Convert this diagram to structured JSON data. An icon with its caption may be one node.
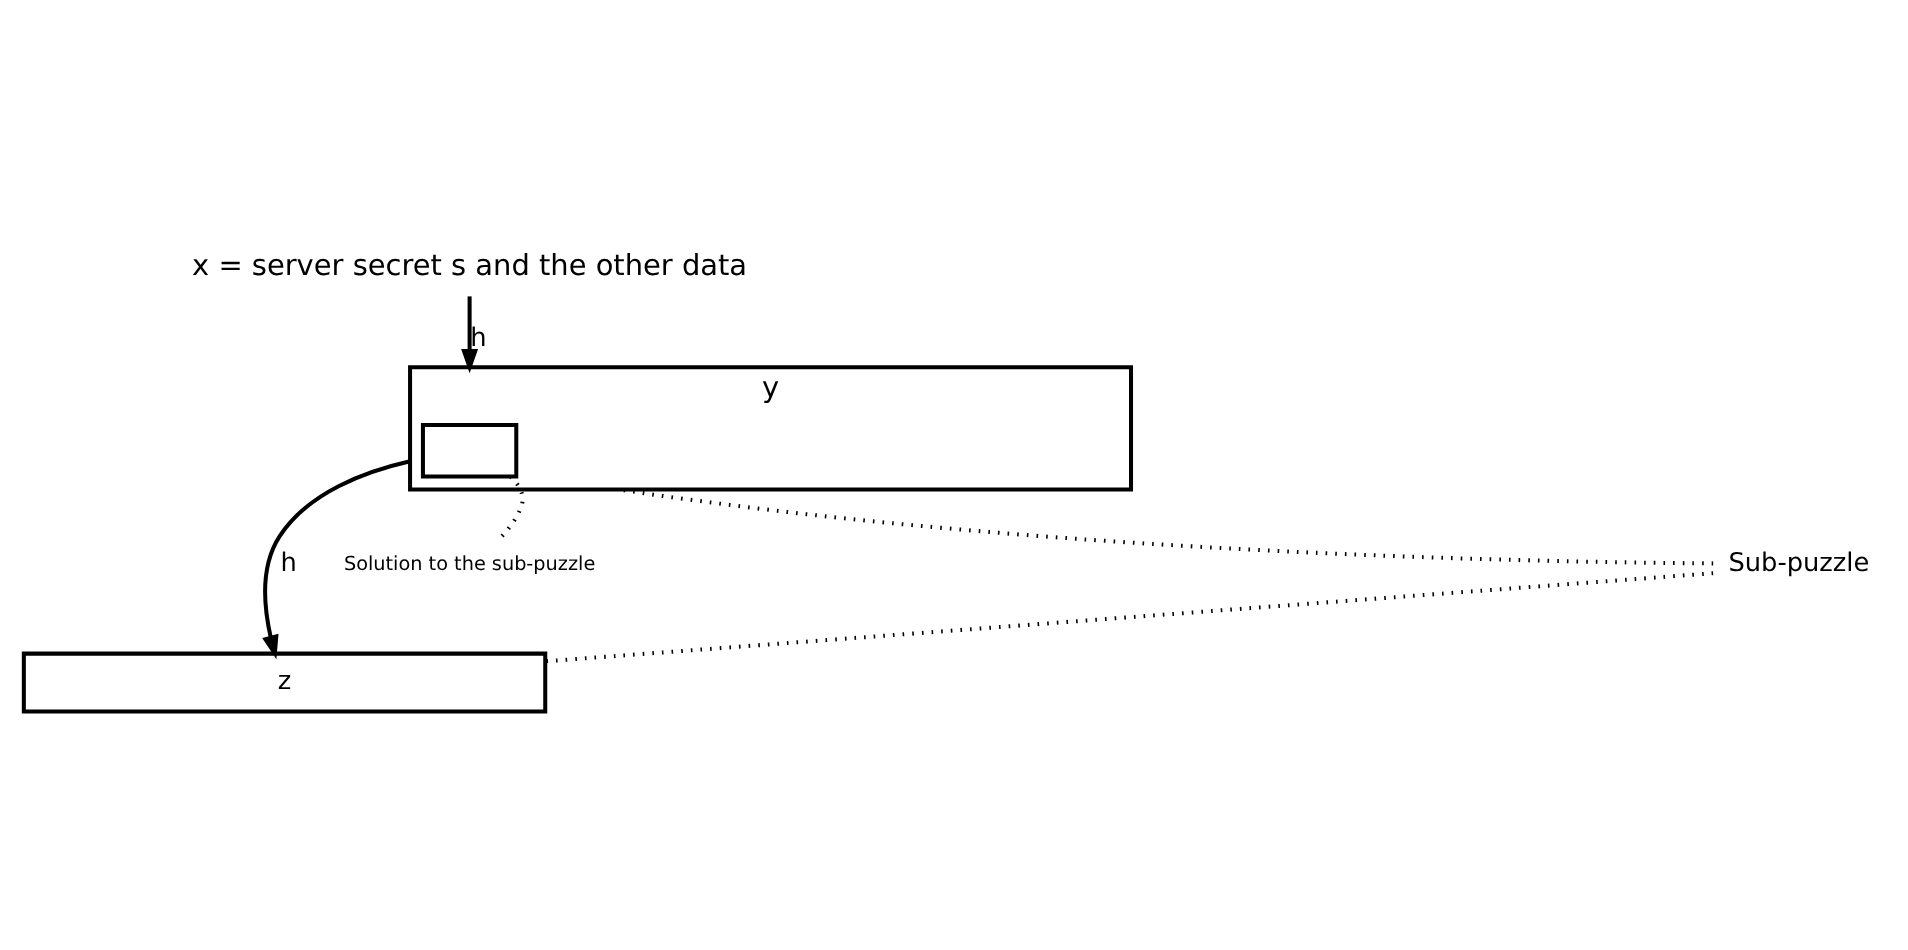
{
  "diagram": {
    "nodes": [
      {
        "text": [
          "x = server secret s and the other data"
        ]
      },
      {
        "text": [
          "y"
        ]
      },
      {
        "text": [],
        "shape": "box",
        "in": 1
      },
      {
        "text": [
          "z"
        ]
      },
      {
        "text": [
          "Solution to the sub-puzzle"
        ]
      },
      {
        "text": [
          "Sub-puzzle"
        ]
      }
    ],
    "edges": [
      {
        "from": 0,
        "to": 1,
        "arrow": "to",
        "label": "h"
      },
      {
        "from": 1,
        "to": 3,
        "arrow": "to",
        "label": "h"
      },
      {
        "from": 4,
        "to": 2,
        "arrow": "none",
        "style": "dashed"
      },
      {
        "from": 5,
        "to": 1,
        "arrow": "none",
        "style": "dashed"
      },
      {
        "from": 5,
        "to": 3,
        "arrow": "none",
        "style": "dashed"
      }
    ]
  }
}
